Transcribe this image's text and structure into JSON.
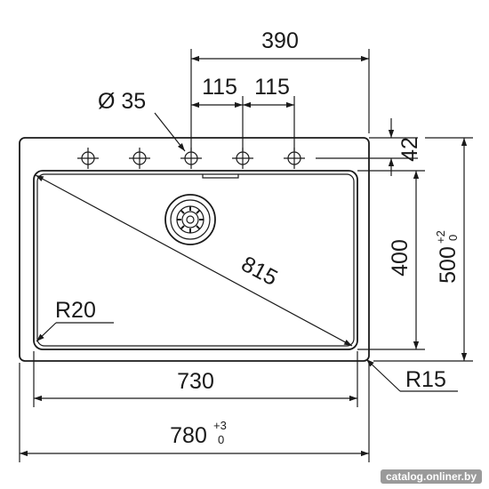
{
  "dimensions": {
    "hole_span": "390",
    "hole_spacing_1": "115",
    "hole_spacing_2": "115",
    "hole_diameter": "Ø 35",
    "hole_offset": "42",
    "bowl_depth": "400",
    "outer_depth": "500",
    "outer_depth_tol_upper": "+2",
    "outer_depth_tol_lower": "0",
    "diagonal": "815",
    "inner_radius": "R20",
    "bowl_width": "730",
    "outer_width": "780",
    "outer_width_tol_upper": "+3",
    "outer_width_tol_lower": "0",
    "corner_radius": "R15"
  },
  "watermark": "catalog.onliner.by"
}
